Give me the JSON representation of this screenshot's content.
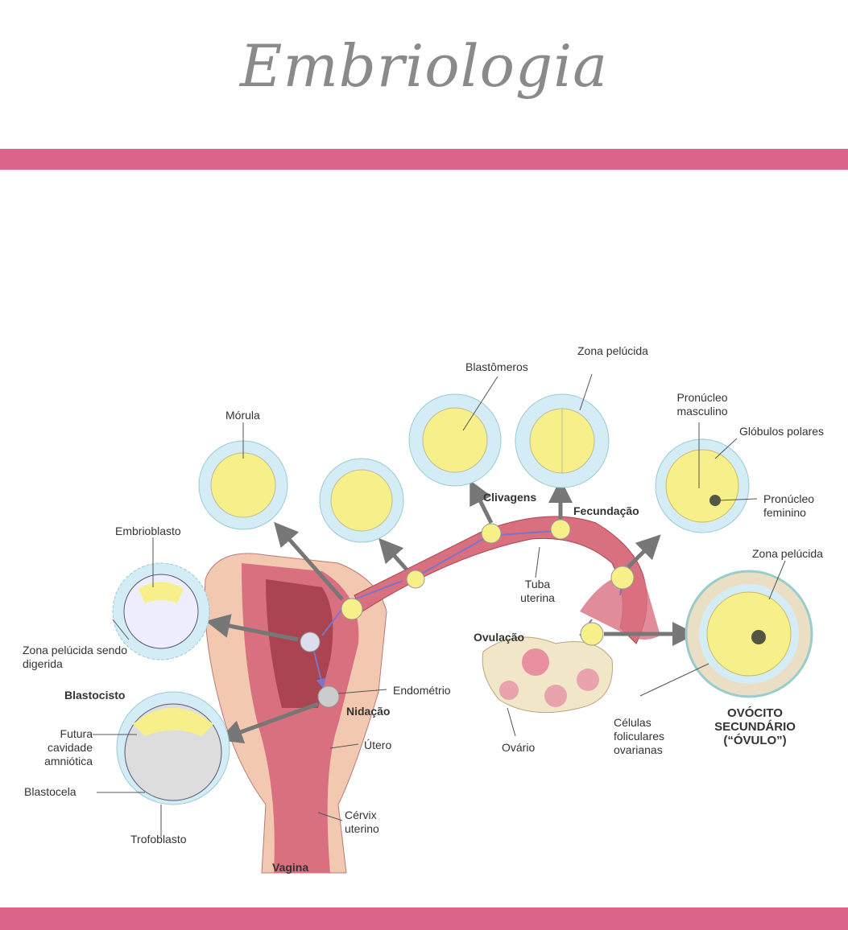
{
  "header": {
    "title": "Embriologia"
  },
  "colors": {
    "accent_bar": "#db6489",
    "tissue": "#d9707f",
    "cell": "#f7f08a",
    "zona": "#cfe9f3"
  },
  "diagram": {
    "labels": {
      "zona_pelucida_top": "Zona pelúcida",
      "blastomeros": "Blastômeros",
      "pronucleo_masculino": "Pronúcleo masculino",
      "globulos_polares": "Glóbulos polares",
      "morula": "Mórula",
      "clivagens": "Clivagens",
      "fecundacao": "Fecundação",
      "pronucleo_feminino": "Pronúcleo feminino",
      "embrioblasto": "Embrioblasto",
      "zona_pelucida_right": "Zona pelúcida",
      "tuba_uterina": "Tuba uterina",
      "zona_pelucida_digerida": "Zona pelúcida sendo digerida",
      "ovulacao": "Ovulação",
      "blastocisto": "Blastocisto",
      "endometrio": "Endométrio",
      "nidacao": "Nidação",
      "futura_cavidade": "Futura cavidade amniótica",
      "utero": "Útero",
      "ovario": "Ovário",
      "celulas_foliculares": "Células foliculares ovarianas",
      "ovocito": "OVÓCITO SECUNDÁRIO (“ÓVULO”)",
      "blastocela": "Blastocela",
      "cervix": "Cérvix uterino",
      "trofoblasto": "Trofoblasto",
      "vagina": "Vagina"
    }
  }
}
